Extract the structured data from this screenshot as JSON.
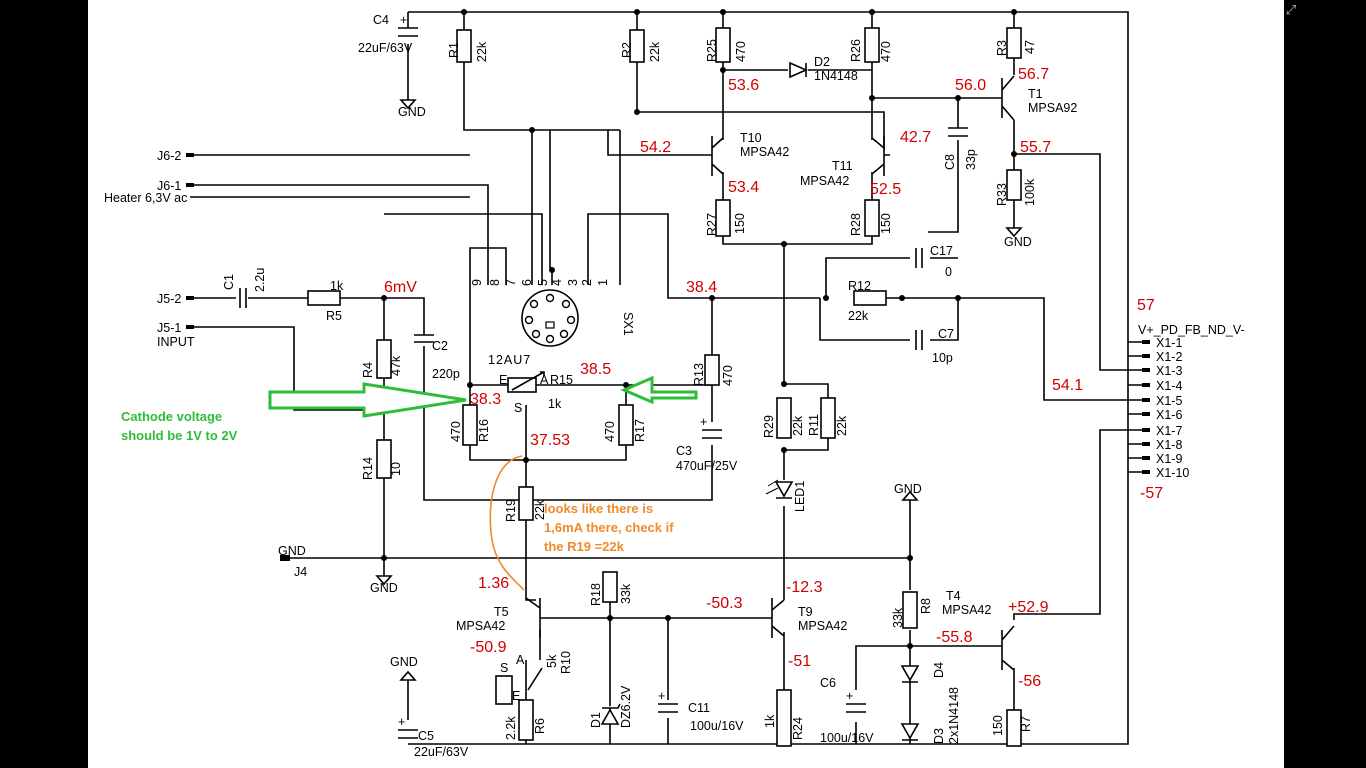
{
  "components": {
    "C4": {
      "ref": "C4",
      "value": "22uF/63V"
    },
    "C1": {
      "ref": "C1",
      "value": "2.2u"
    },
    "C2": {
      "ref": "C2",
      "value": "220p"
    },
    "C3": {
      "ref": "C3",
      "value": "470uF/25V"
    },
    "C5": {
      "ref": "C5",
      "value": "22uF/63V"
    },
    "C6": {
      "ref": "C6",
      "value": "100u/16V"
    },
    "C7": {
      "ref": "C7",
      "value": "10p"
    },
    "C8": {
      "ref": "C8",
      "value": "33p"
    },
    "C11": {
      "ref": "C11",
      "value": "100u/16V"
    },
    "C17": {
      "ref": "C17",
      "value": "0"
    },
    "R1": {
      "ref": "R1",
      "value": "22k"
    },
    "R2": {
      "ref": "R2",
      "value": "22k"
    },
    "R3": {
      "ref": "R3",
      "value": "47"
    },
    "R4": {
      "ref": "R4",
      "value": "47k"
    },
    "R5": {
      "ref": "R5",
      "value": "1k"
    },
    "R6": {
      "ref": "R6",
      "value": "2.2k"
    },
    "R7": {
      "ref": "R7",
      "value": "150"
    },
    "R8": {
      "ref": "R8",
      "value": "33k"
    },
    "R10": {
      "ref": "R10",
      "value": "5k"
    },
    "R11": {
      "ref": "R11",
      "value": "22k"
    },
    "R12": {
      "ref": "R12",
      "value": "22k"
    },
    "R13": {
      "ref": "R13",
      "value": "470"
    },
    "R14": {
      "ref": "R14",
      "value": "10"
    },
    "R15": {
      "ref": "R15",
      "value": "1k"
    },
    "R16": {
      "ref": "R16",
      "value": "470"
    },
    "R17": {
      "ref": "R17",
      "value": "470"
    },
    "R18": {
      "ref": "R18",
      "value": "33k"
    },
    "R19": {
      "ref": "R19",
      "value": "22k"
    },
    "R24": {
      "ref": "R24",
      "value": "1k"
    },
    "R25": {
      "ref": "R25",
      "value": "470"
    },
    "R26": {
      "ref": "R26",
      "value": "470"
    },
    "R27": {
      "ref": "R27",
      "value": "150"
    },
    "R28": {
      "ref": "R28",
      "value": "150"
    },
    "R29": {
      "ref": "R29",
      "value": "22k"
    },
    "R33": {
      "ref": "R33",
      "value": "100k"
    },
    "D1": {
      "ref": "D1",
      "value": "DZ6.2V"
    },
    "D2": {
      "ref": "D2",
      "value": "1N4148"
    },
    "D3": {
      "ref": "D3",
      "value": "2x1N4148"
    },
    "D4": {
      "ref": "D4"
    },
    "LED1": {
      "ref": "LED1"
    },
    "T1": {
      "ref": "T1",
      "value": "MPSA92"
    },
    "T4": {
      "ref": "T4",
      "value": "MPSA42"
    },
    "T5": {
      "ref": "T5",
      "value": "MPSA42"
    },
    "T9": {
      "ref": "T9",
      "value": "MPSA42"
    },
    "T10": {
      "ref": "T10",
      "value": "MPSA42"
    },
    "T11": {
      "ref": "T11",
      "value": "MPSA42"
    },
    "SX1": {
      "ref": "SX1",
      "value": "12AU7"
    }
  },
  "gnd_label": "GND",
  "pot_pins": {
    "a": "A",
    "e": "E",
    "s": "S"
  },
  "tube_pins": [
    "9",
    "8",
    "7",
    "6",
    "5",
    "4",
    "3",
    "2",
    "1"
  ],
  "connectors": {
    "J6_2": "J6-2",
    "J6_1": "J6-1",
    "heater": "Heater 6,3V ac",
    "J5_2": "J5-2",
    "J5_1": "J5-1",
    "input": "INPUT",
    "J4": "J4",
    "x1_title": "V+_PD_FB_ND_V-",
    "x1_pins": [
      "X1-1",
      "X1-2",
      "X1-3",
      "X1-4",
      "X1-5",
      "X1-6",
      "X1-7",
      "X1-8",
      "X1-9",
      "X1-10"
    ]
  },
  "voltages": {
    "r25_node": "53.6",
    "r26_node": "56.0",
    "t1_emitter": "56.7",
    "t10_base": "54.2",
    "t11_collector": "42.7",
    "t1_collector": "55.7",
    "t10_emitter": "53.4",
    "t11_emitter": "52.5",
    "input_node": "6mV",
    "anode": "38.4",
    "x1_plus": "57",
    "right_cathode": "38.5",
    "left_cathode": "38.3",
    "fb_node": "54.1",
    "tail": "37.53",
    "x1_minus": "-57",
    "t5_collector": "1.36",
    "t9_collector": "-12.3",
    "t9_base": "-50.3",
    "t4_collector": "+52.9",
    "t4_base": "-55.8",
    "t5_emitter": "-50.9",
    "t9_emitter": "-51",
    "t4_emitter": "-56"
  },
  "annotations": {
    "cathode_note": [
      "Cathode voltage",
      "should be 1V  to 2V"
    ],
    "r19_note": [
      "looks like there is",
      "1,6mA there, check if",
      "the R19 =22k"
    ]
  },
  "colors": {
    "value_text": "#d40000",
    "green_note": "#2ebd3a",
    "orange_note": "#f08a2a"
  },
  "expand_icon": "⤢"
}
